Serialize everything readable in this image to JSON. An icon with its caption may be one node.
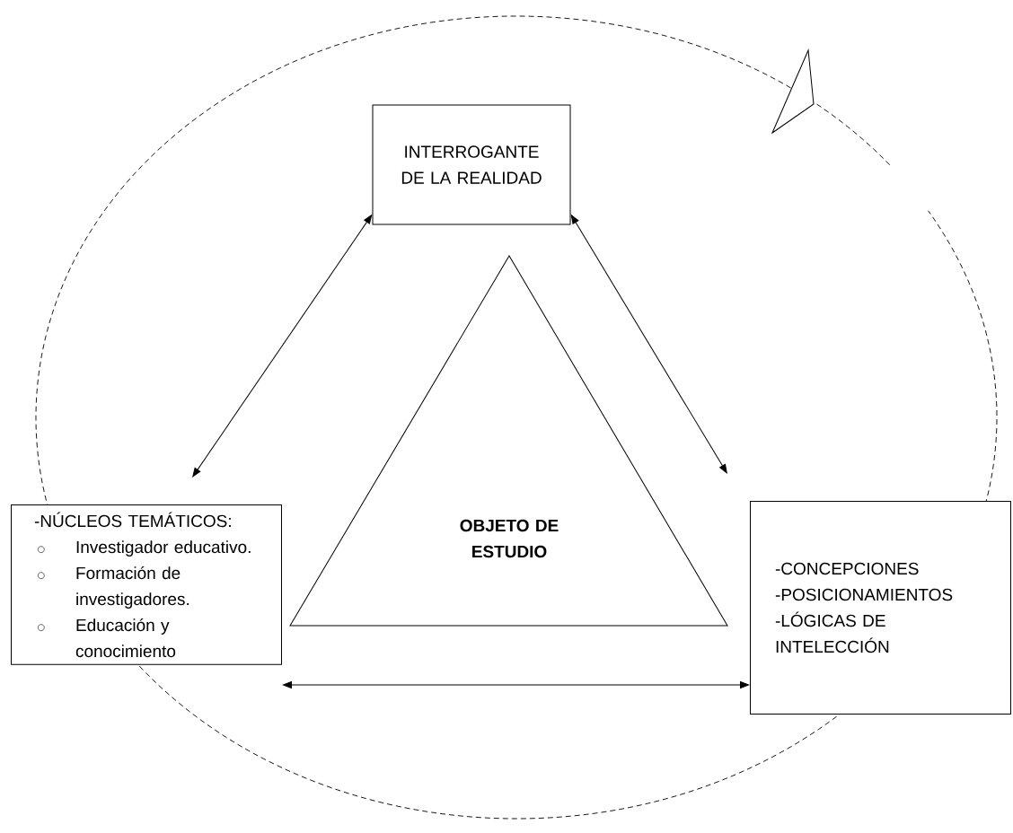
{
  "diagram": {
    "nodes": [
      {
        "text": [
          "INTERROGANTE DE LA REALIDAD"
        ]
      },
      {
        "text": [
          "OBJETO DE ESTUDIO"
        ]
      },
      {
        "text": [
          "-NÚCLEOS TEMÁTICOS:",
          "Investigador educativo.",
          "Formación de investigadores.",
          "Educación y conocimiento"
        ]
      },
      {
        "text": [
          "-CONCEPCIONES",
          "-POSICIONAMIENTOS",
          "-LÓGICAS DE INTELECCIÓN"
        ]
      }
    ],
    "edges": [
      {
        "from": 0,
        "to": 2,
        "arrow": "both"
      },
      {
        "from": 0,
        "to": 3,
        "arrow": "both"
      },
      {
        "from": 2,
        "to": 3,
        "arrow": "both"
      }
    ]
  }
}
